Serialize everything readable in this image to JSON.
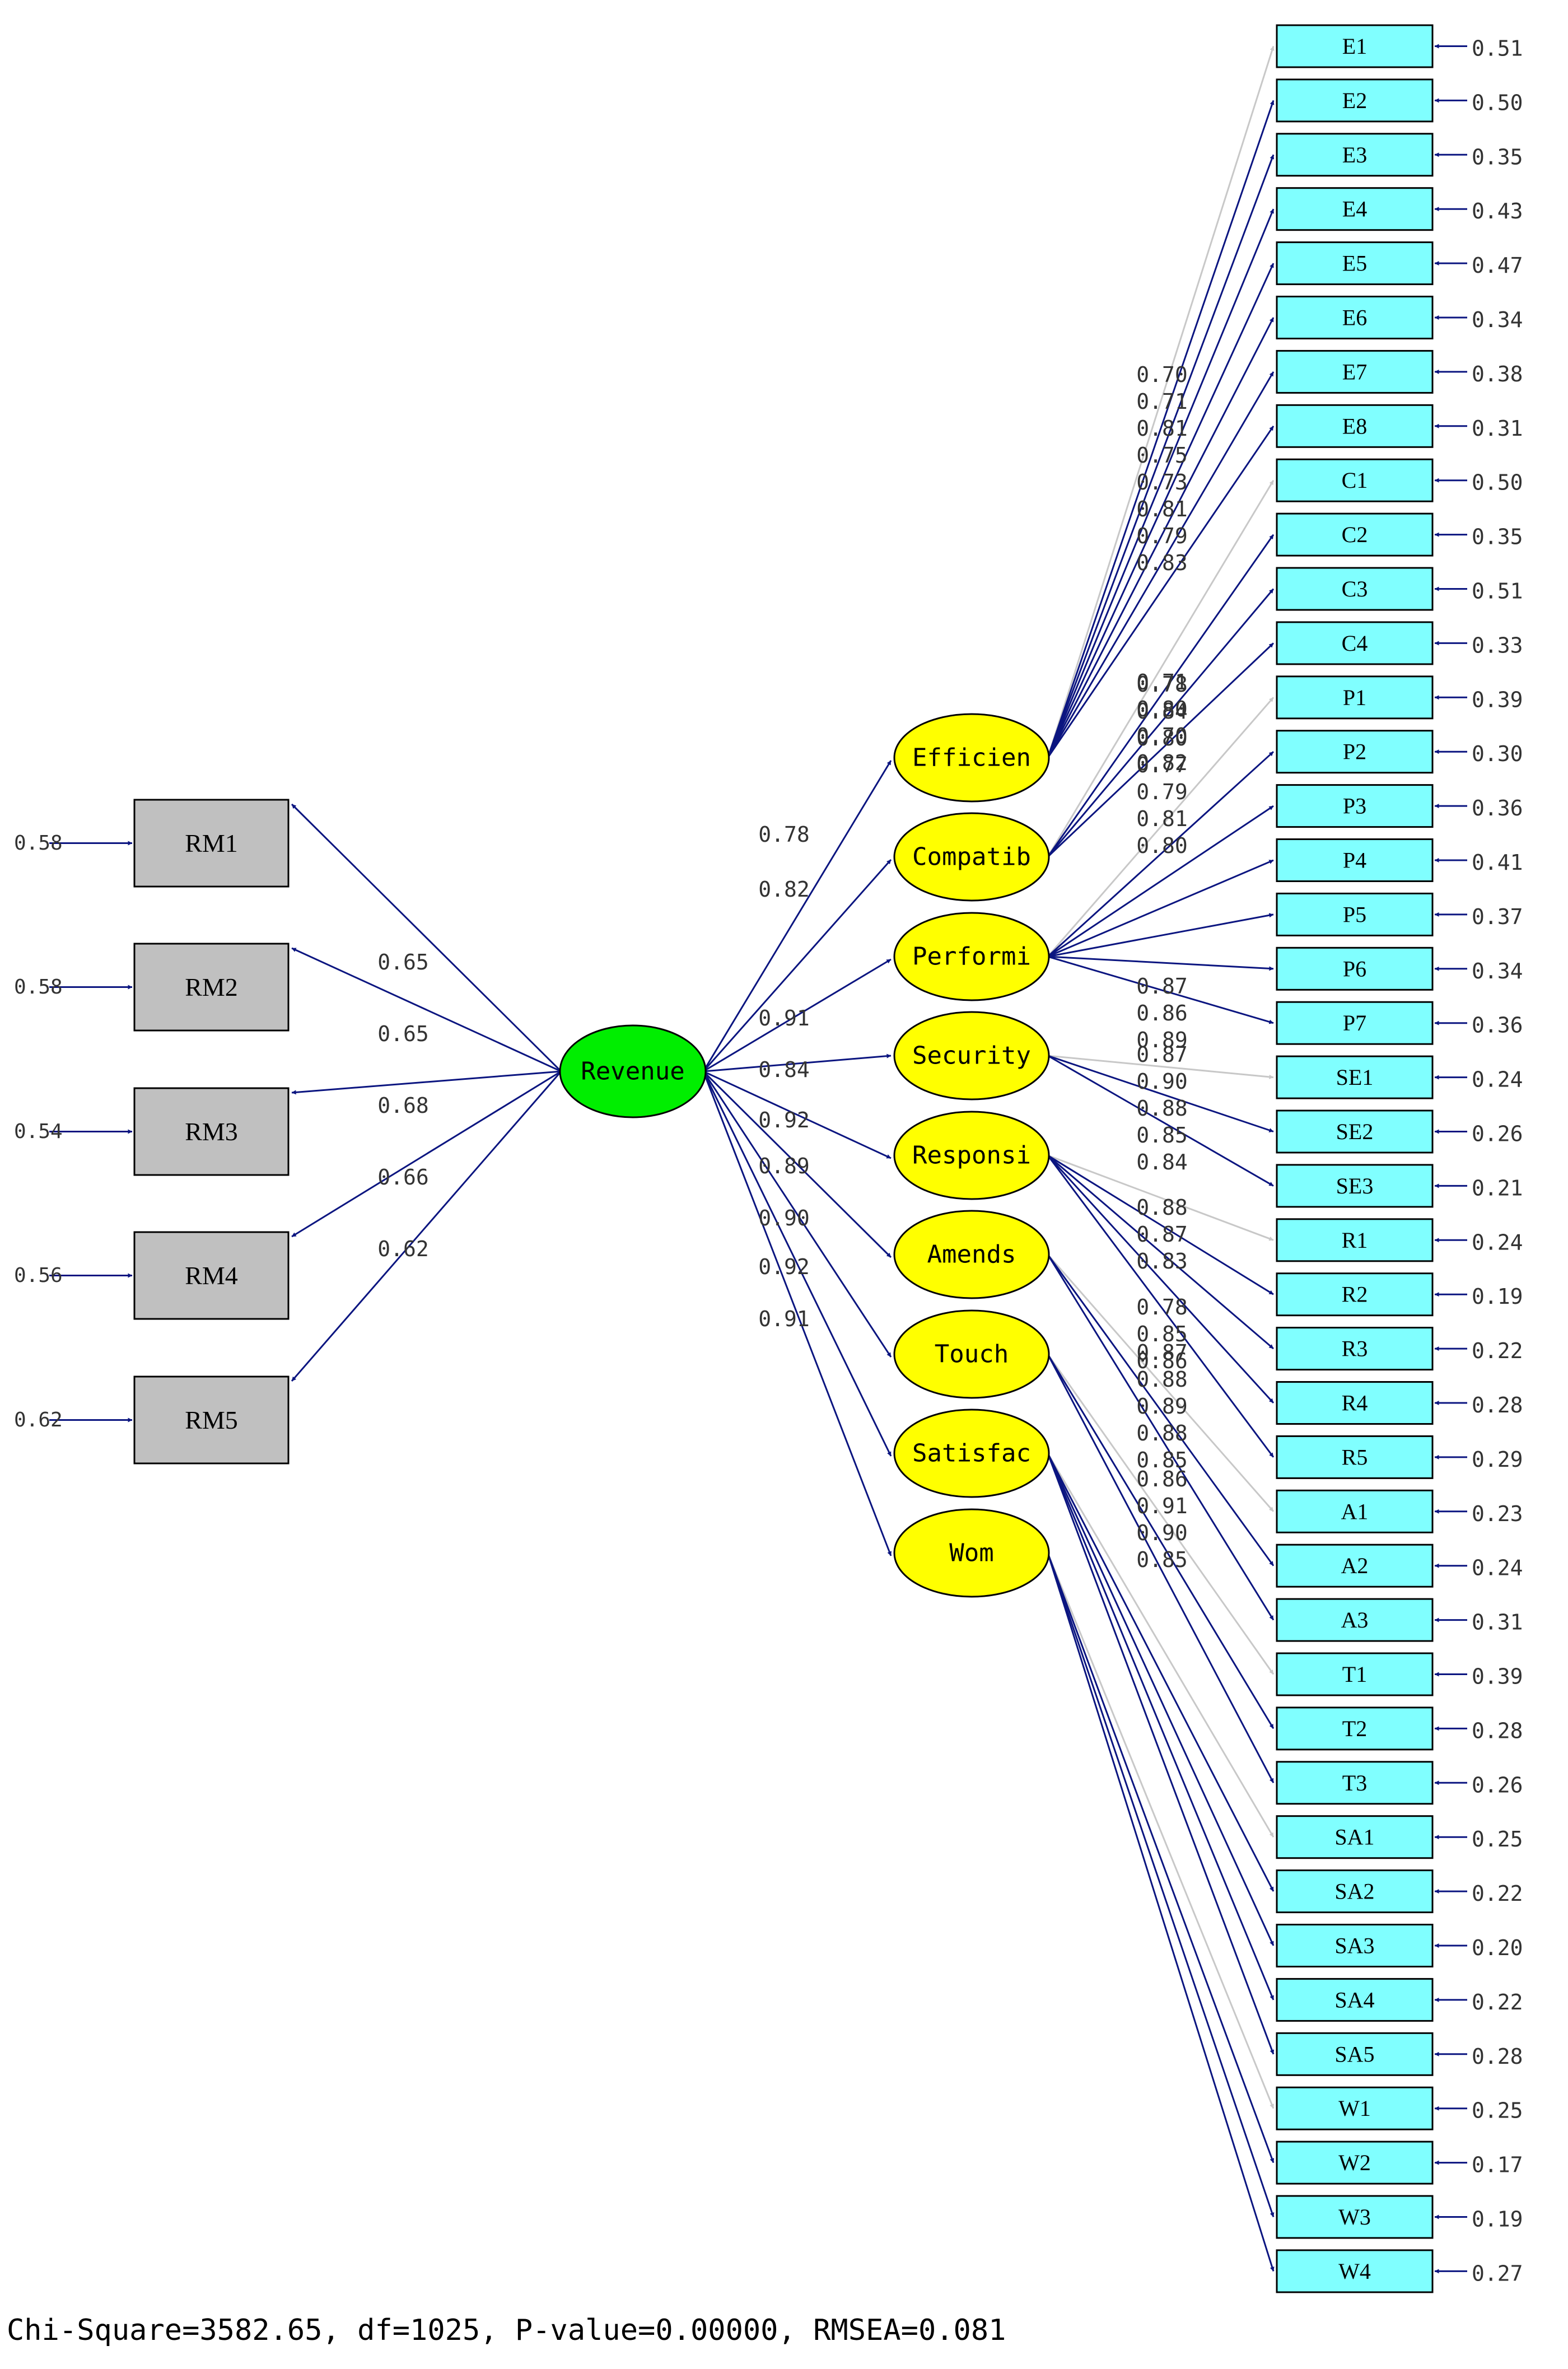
{
  "footer": {
    "fit_stats": "Chi-Square=3582.65, df=1025, P-value=0.00000, RMSEA=0.081"
  },
  "colors": {
    "path_line": "#0b1580",
    "fixed_path_line": "#c8c8c8",
    "observed_left_fill": "#c0c0c0",
    "observed_right_fill": "#80ffff",
    "latent_fill": "#ffff00",
    "central_fill": "#00ee00",
    "text": "#000000",
    "label_text": "#333333"
  },
  "central": {
    "name": "Revenue"
  },
  "left_indicators": [
    {
      "name": "RM1",
      "loading": "0.65",
      "error": "0.58"
    },
    {
      "name": "RM2",
      "loading": "0.65",
      "error": "0.58"
    },
    {
      "name": "RM3",
      "loading": "0.68",
      "error": "0.54"
    },
    {
      "name": "RM4",
      "loading": "0.66",
      "error": "0.56"
    },
    {
      "name": "RM5",
      "loading": "0.62",
      "error": "0.62"
    }
  ],
  "factors": [
    {
      "name": "Efficien",
      "coef": "0.78",
      "indicators": [
        "E1",
        "E2",
        "E3",
        "E4",
        "E5",
        "E6",
        "E7",
        "E8"
      ],
      "loadings": [
        "0.70",
        "0.71",
        "0.81",
        "0.75",
        "0.73",
        "0.81",
        "0.79",
        "0.83"
      ]
    },
    {
      "name": "Compatib",
      "coef": "0.82",
      "indicators": [
        "C1",
        "C2",
        "C3",
        "C4"
      ],
      "loadings": [
        "0.71",
        "0.80",
        "0.70",
        "0.82"
      ]
    },
    {
      "name": "Performi",
      "coef": "0.91",
      "indicators": [
        "P1",
        "P2",
        "P3",
        "P4",
        "P5",
        "P6",
        "P7"
      ],
      "loadings": [
        "0.78",
        "0.84",
        "0.80",
        "0.77",
        "0.79",
        "0.81",
        "0.80"
      ]
    },
    {
      "name": "Security",
      "coef": "0.84",
      "indicators": [
        "SE1",
        "SE2",
        "SE3"
      ],
      "loadings": [
        "0.87",
        "0.86",
        "0.89"
      ]
    },
    {
      "name": "Responsi",
      "coef": "0.92",
      "indicators": [
        "R1",
        "R2",
        "R3",
        "R4",
        "R5"
      ],
      "loadings": [
        "0.87",
        "0.90",
        "0.88",
        "0.85",
        "0.84"
      ]
    },
    {
      "name": "Amends",
      "coef": "0.89",
      "indicators": [
        "A1",
        "A2",
        "A3"
      ],
      "loadings": [
        "0.88",
        "0.87",
        "0.83"
      ]
    },
    {
      "name": "Touch",
      "coef": "0.90",
      "indicators": [
        "T1",
        "T2",
        "T3"
      ],
      "loadings": [
        "0.78",
        "0.85",
        "0.86"
      ]
    },
    {
      "name": "Satisfac",
      "coef": "0.92",
      "indicators": [
        "SA1",
        "SA2",
        "SA3",
        "SA4",
        "SA5"
      ],
      "loadings": [
        "0.87",
        "0.88",
        "0.89",
        "0.88",
        "0.85"
      ]
    },
    {
      "name": "Wom",
      "coef": "0.91",
      "indicators": [
        "W1",
        "W2",
        "W3",
        "W4"
      ],
      "loadings": [
        "0.86",
        "0.91",
        "0.90",
        "0.85"
      ]
    }
  ],
  "right_indicators": [
    {
      "name": "E1",
      "error": "0.51"
    },
    {
      "name": "E2",
      "error": "0.50"
    },
    {
      "name": "E3",
      "error": "0.35"
    },
    {
      "name": "E4",
      "error": "0.43"
    },
    {
      "name": "E5",
      "error": "0.47"
    },
    {
      "name": "E6",
      "error": "0.34"
    },
    {
      "name": "E7",
      "error": "0.38"
    },
    {
      "name": "E8",
      "error": "0.31"
    },
    {
      "name": "C1",
      "error": "0.50"
    },
    {
      "name": "C2",
      "error": "0.35"
    },
    {
      "name": "C3",
      "error": "0.51"
    },
    {
      "name": "C4",
      "error": "0.33"
    },
    {
      "name": "P1",
      "error": "0.39"
    },
    {
      "name": "P2",
      "error": "0.30"
    },
    {
      "name": "P3",
      "error": "0.36"
    },
    {
      "name": "P4",
      "error": "0.41"
    },
    {
      "name": "P5",
      "error": "0.37"
    },
    {
      "name": "P6",
      "error": "0.34"
    },
    {
      "name": "P7",
      "error": "0.36"
    },
    {
      "name": "SE1",
      "error": "0.24"
    },
    {
      "name": "SE2",
      "error": "0.26"
    },
    {
      "name": "SE3",
      "error": "0.21"
    },
    {
      "name": "R1",
      "error": "0.24"
    },
    {
      "name": "R2",
      "error": "0.19"
    },
    {
      "name": "R3",
      "error": "0.22"
    },
    {
      "name": "R4",
      "error": "0.28"
    },
    {
      "name": "R5",
      "error": "0.29"
    },
    {
      "name": "A1",
      "error": "0.23"
    },
    {
      "name": "A2",
      "error": "0.24"
    },
    {
      "name": "A3",
      "error": "0.31"
    },
    {
      "name": "T1",
      "error": "0.39"
    },
    {
      "name": "T2",
      "error": "0.28"
    },
    {
      "name": "T3",
      "error": "0.26"
    },
    {
      "name": "SA1",
      "error": "0.25"
    },
    {
      "name": "SA2",
      "error": "0.22"
    },
    {
      "name": "SA3",
      "error": "0.20"
    },
    {
      "name": "SA4",
      "error": "0.22"
    },
    {
      "name": "SA5",
      "error": "0.28"
    },
    {
      "name": "W1",
      "error": "0.25"
    },
    {
      "name": "W2",
      "error": "0.17"
    },
    {
      "name": "W3",
      "error": "0.19"
    },
    {
      "name": "W4",
      "error": "0.27"
    }
  ]
}
